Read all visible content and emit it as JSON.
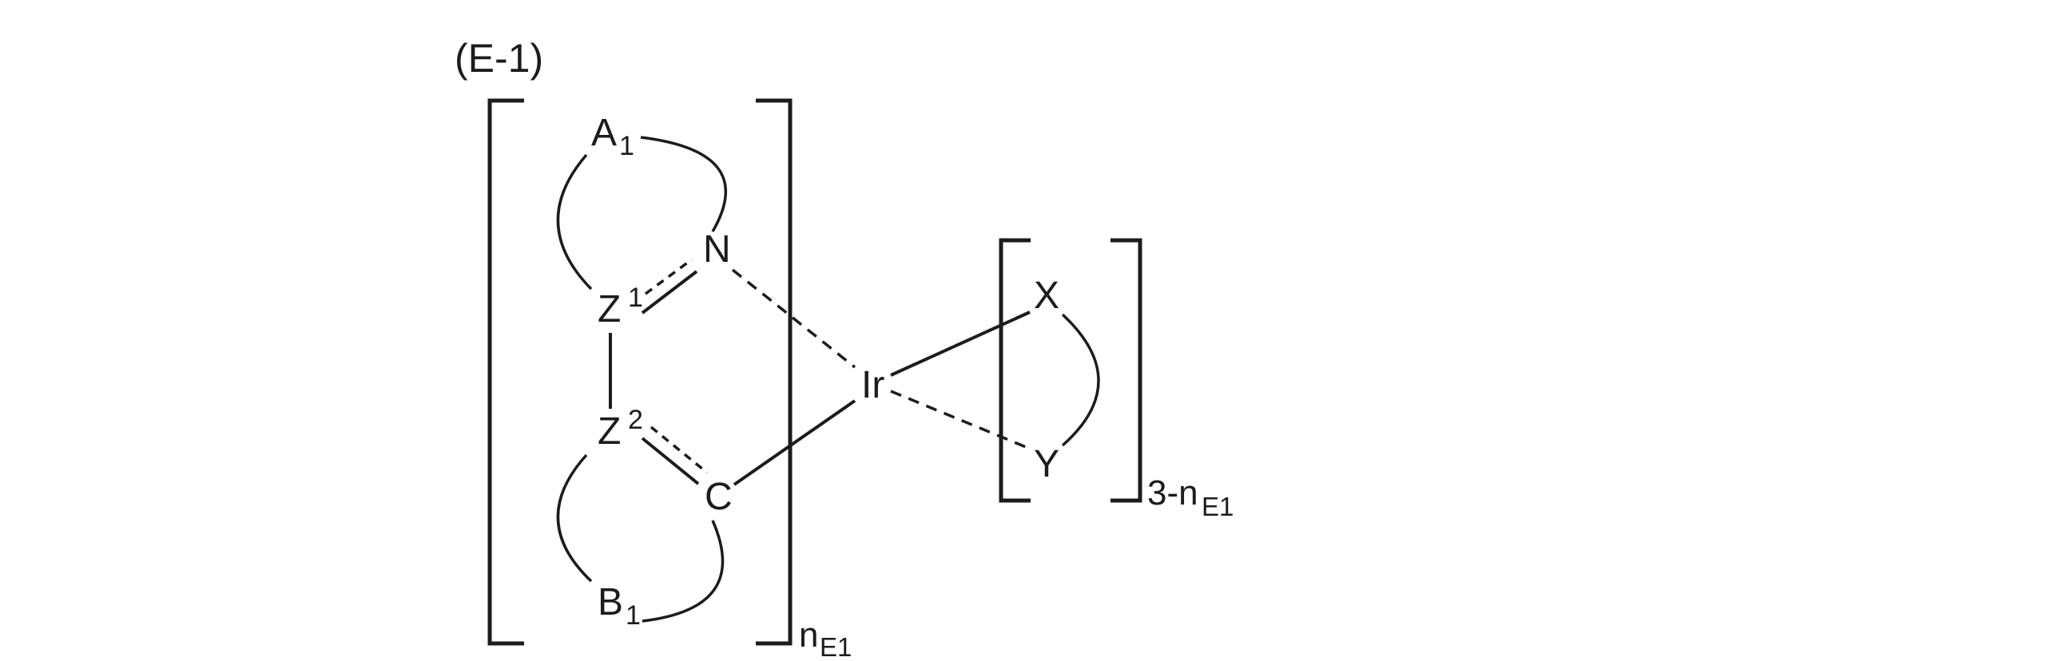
{
  "colors": {
    "ink": "#1c1c1c",
    "background": "#ffffff"
  },
  "formula": {
    "label": "(E-1)",
    "atoms": {
      "ringA": {
        "base": "A",
        "sub": "1"
      },
      "n": "N",
      "z1": {
        "base": "Z",
        "sup": "1"
      },
      "z2": {
        "base": "Z",
        "sup": "2"
      },
      "c": "C",
      "ringB": {
        "base": "B",
        "sub": "1"
      },
      "ir": "Ir",
      "x": "X",
      "y": "Y"
    },
    "counts": {
      "ligand": {
        "base": "n",
        "sub": "E1"
      },
      "ancillary": {
        "base": "3-n",
        "sub": "E1"
      }
    }
  }
}
